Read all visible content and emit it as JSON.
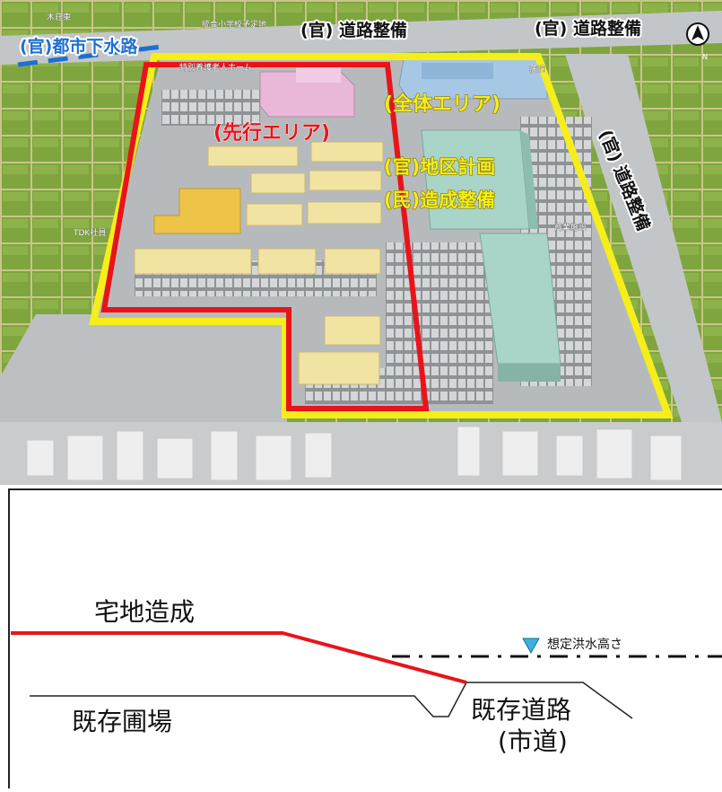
{
  "aerial": {
    "labels": {
      "sewer": "(官)都市下水路",
      "road_top_center": "(官) 道路整備",
      "road_top_right": "(官) 道路整備",
      "road_right": "(官) 道路整備",
      "whole_area": "(全体エリア)",
      "lead_area": "(先行エリア)",
      "district_plan": "(官)地区計画",
      "site_dev": "(民)造成整備"
    },
    "small_labels": {
      "kisoyama": "木荘東",
      "school_site": "統合小学校予定地",
      "nursing_home": "特別養護老人ホーム",
      "hospital": "病院",
      "tdk": "TDK社員",
      "commercial": "商業施設"
    },
    "north_mark": "N",
    "colors": {
      "lead_boundary": "#e8141a",
      "whole_boundary": "#f5ee1a",
      "sewer_line": "#1e6fd0",
      "field": "#7ea43c",
      "paved": "#b9bcbf"
    }
  },
  "cross_section": {
    "labels": {
      "site_dev": "宅地造成",
      "flood_height": "想定洪水高さ",
      "existing_field": "既存圃場",
      "existing_road": "既存道路",
      "city_road": "(市道)"
    },
    "colors": {
      "fill_line": "#e8141a",
      "flood_marker": "#3ab0e0",
      "ground_line": "#222222"
    }
  }
}
